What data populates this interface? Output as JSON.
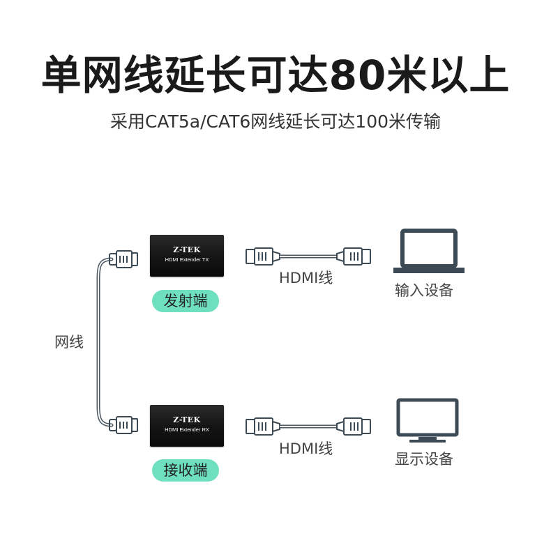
{
  "header": {
    "title": "单网线延长可达80米以上",
    "subtitle": "采用CAT5a/CAT6网线延长可达100米传输"
  },
  "tx": {
    "brand": "Z-TEK",
    "model": "HDMI Extender TX",
    "label": "发射端"
  },
  "rx": {
    "brand": "Z-TEK",
    "model": "HDMI Extender RX",
    "label": "接收端"
  },
  "cables": {
    "network_label": "网线",
    "hdmi_top_label": "HDMI线",
    "hdmi_bottom_label": "HDMI线"
  },
  "endpoints": {
    "input_device_label": "输入设备",
    "display_device_label": "显示设备"
  },
  "icons": {
    "laptop": "laptop-icon",
    "monitor": "monitor-icon",
    "rj45": "rj45-connector-icon",
    "hdmi": "hdmi-connector-icon"
  },
  "colors": {
    "accent_pill": "#6fe0bf",
    "icon_stroke": "#3c4a55",
    "device_body": "#141414"
  }
}
